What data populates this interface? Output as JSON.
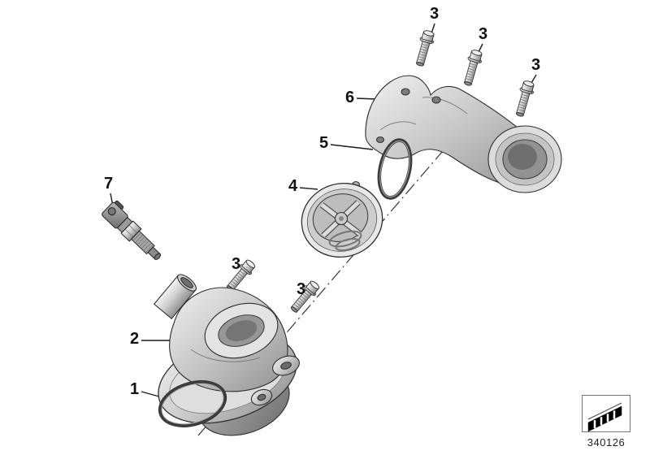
{
  "colors": {
    "background": "#ffffff",
    "outline": "#2f2f2f",
    "metal_light": "#f2f2f2",
    "metal_dark": "#8e8e8e"
  },
  "diagram": {
    "callouts": [
      {
        "label": "1",
        "part": "o-ring-small"
      },
      {
        "label": "2",
        "part": "coolant-pump-housing"
      },
      {
        "label": "3",
        "part": "bolt-mid-left"
      },
      {
        "label": "3",
        "part": "bolt-mid-right"
      },
      {
        "label": "3",
        "part": "bolt-top-1"
      },
      {
        "label": "3",
        "part": "bolt-top-2"
      },
      {
        "label": "3",
        "part": "bolt-top-3"
      },
      {
        "label": "4",
        "part": "thermostat"
      },
      {
        "label": "5",
        "part": "o-ring-large"
      },
      {
        "label": "6",
        "part": "thermostat-housing-cover"
      },
      {
        "label": "7",
        "part": "temperature-sensor"
      }
    ],
    "part_number": "340126"
  }
}
